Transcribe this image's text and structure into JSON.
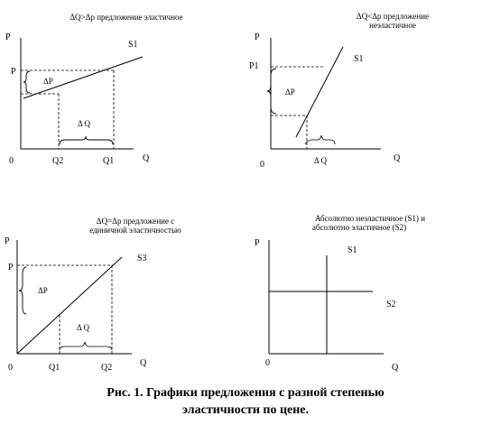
{
  "figure": {
    "caption_line1": "Рис. 1. Графики предложения с разной степенью",
    "caption_line2": "эластичности по цене."
  },
  "panels": [
    {
      "title": "ΔQ>Δp предложение эластичное",
      "y_axis": "P",
      "x_axis": "Q",
      "origin": "0",
      "curve_label": "S1",
      "price_label": "P",
      "dp_label": "ΔP",
      "dq_label": "Δ Q",
      "q_labels": [
        "Q2",
        "Q1"
      ]
    },
    {
      "title_line1": "ΔQ<Δp предложение",
      "title_line2": "неэластичное",
      "y_axis": "P",
      "x_axis": "Q",
      "origin": "0",
      "curve_label": "S1",
      "price_label": "P1",
      "dp_label": "ΔP",
      "dq_label": "Δ Q"
    },
    {
      "title_line1": "ΔQ=Δp предложение с",
      "title_line2": "единичной эластичностью",
      "y_axis": "P",
      "x_axis": "Q",
      "origin": "0",
      "curve_label": "S3",
      "price_label": "P",
      "dp_label": "ΔP",
      "dq_label": "Δ Q",
      "q_labels": [
        "Q1",
        "Q2"
      ]
    },
    {
      "title_line1": "Абсолютно неэластичное (S1) и",
      "title_line2": "абсолютно эластичное (S2)",
      "y_axis": "P",
      "x_axis": "Q",
      "origin": "0",
      "s1_label": "S1",
      "s2_label": "S2"
    }
  ]
}
